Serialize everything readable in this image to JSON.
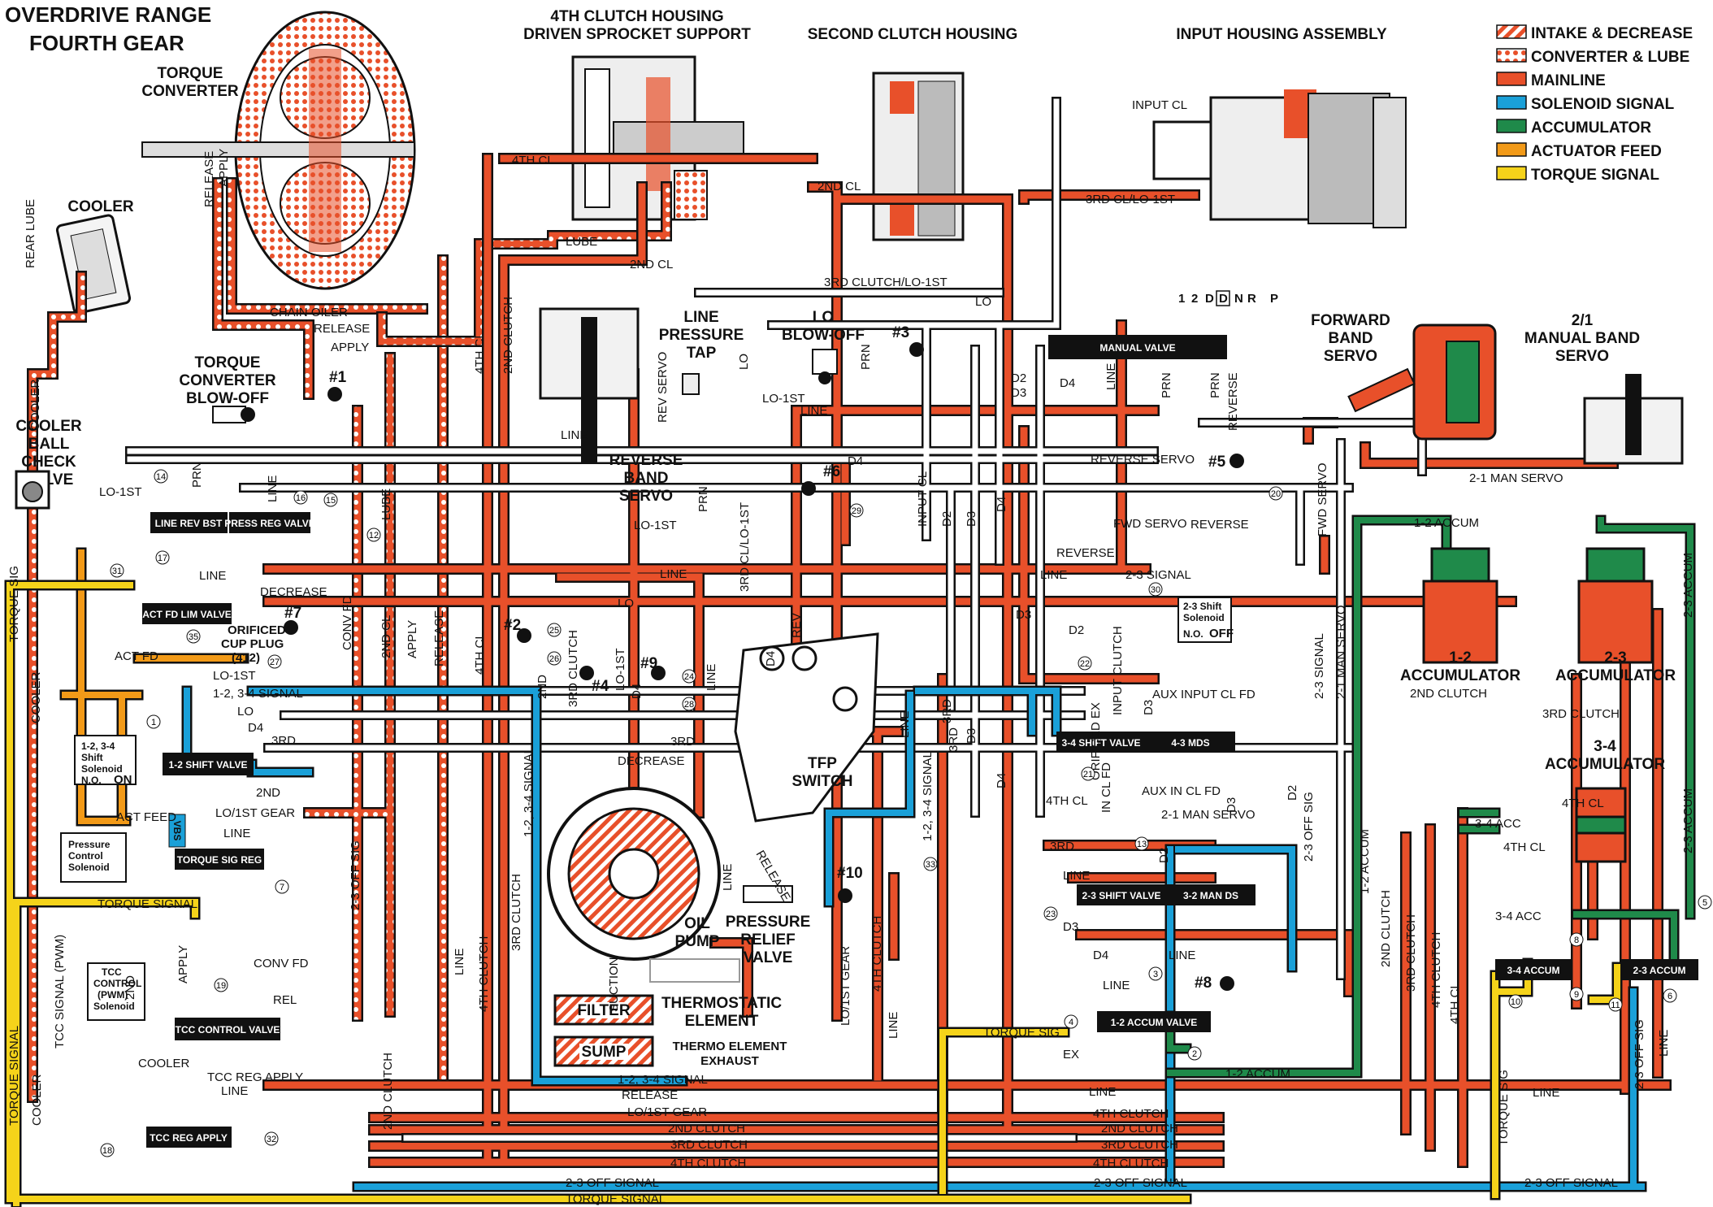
{
  "title": {
    "line1": "OVERDRIVE RANGE",
    "line2": "FOURTH GEAR"
  },
  "legend": [
    {
      "label": "INTAKE & DECREASE",
      "pattern": "hatch",
      "color": "#e8502a"
    },
    {
      "label": "CONVERTER & LUBE",
      "pattern": "dots",
      "color": "#e8502a"
    },
    {
      "label": "MAINLINE",
      "pattern": "solid",
      "color": "#e8502a"
    },
    {
      "label": "SOLENOID SIGNAL",
      "pattern": "solid",
      "color": "#1aa0d8"
    },
    {
      "label": "ACCUMULATOR",
      "pattern": "solid",
      "color": "#1f8a4a"
    },
    {
      "label": "ACTUATOR FEED",
      "pattern": "solid",
      "color": "#f29a18"
    },
    {
      "label": "TORQUE SIGNAL",
      "pattern": "solid",
      "color": "#f5d31a"
    }
  ],
  "components": {
    "torque_converter": "TORQUE CONVERTER",
    "fourth_clutch_housing": "4TH CLUTCH HOUSING",
    "driven_sprocket_support": "DRIVEN SPROCKET SUPPORT",
    "second_clutch_housing": "SECOND CLUTCH HOUSING",
    "input_housing_assembly": "INPUT HOUSING ASSEMBLY",
    "cooler": "COOLER",
    "cooler_ball_check": [
      "COOLER",
      "BALL",
      "CHECK",
      "VALVE"
    ],
    "tc_blowoff": [
      "TORQUE",
      "CONVERTER",
      "BLOW-OFF"
    ],
    "line_pressure_tap": [
      "LINE",
      "PRESSURE",
      "TAP"
    ],
    "lo_blowoff": [
      "LO",
      "BLOW-OFF"
    ],
    "reverse_band_servo": [
      "REVERSE",
      "BAND",
      "SERVO"
    ],
    "forward_band_servo": [
      "FORWARD",
      "BAND",
      "SERVO"
    ],
    "manual_band_servo": [
      "2/1",
      "MANUAL BAND",
      "SERVO"
    ],
    "accum_12": [
      "1-2",
      "ACCUMULATOR"
    ],
    "accum_23": [
      "2-3",
      "ACCUMULATOR"
    ],
    "accum_34": [
      "3-4",
      "ACCUMULATOR"
    ],
    "oil_pump": [
      "OIL",
      "PUMP"
    ],
    "pressure_relief": [
      "PRESSURE",
      "RELIEF",
      "VALVE"
    ],
    "tfp_switch": [
      "TFP",
      "SWITCH"
    ],
    "filter": "FILTER",
    "sump": "SUMP",
    "thermostatic": [
      "THERMOSTATIC",
      "ELEMENT"
    ],
    "thermo_exhaust": [
      "THERMO ELEMENT",
      "EXHAUST"
    ],
    "orificed_cup_plug": [
      "ORIFICED",
      "CUP PLUG",
      "(412)"
    ],
    "solenoid_12_34": [
      "1-2, 3-4",
      "Shift",
      "Solenoid"
    ],
    "solenoid_12_34_state": "N.O.",
    "solenoid_12_34_status": "ON",
    "solenoid_23": [
      "2-3 Shift",
      "Solenoid"
    ],
    "solenoid_23_state": "N.O.",
    "solenoid_23_status": "OFF",
    "pc_solenoid": [
      "Pressure",
      "Control",
      "Solenoid"
    ],
    "tcc_solenoid": [
      "TCC",
      "CONTROL",
      "(PWM)",
      "Solenoid"
    ],
    "vbs": "VBS"
  },
  "valves": {
    "manual": "MANUAL VALVE",
    "line_rev_bst": "LINE REV BST",
    "press_reg": "PRESS REG VALVE",
    "act_fd_lim": "ACT FD LIM VALVE",
    "shift_12": "1-2 SHIFT VALVE",
    "torque_sig_reg": "TORQUE SIG REG",
    "tcc_control": "TCC CONTROL VALVE",
    "tcc_reg_apply": "TCC REG APPLY",
    "shift_34": "3-4 SHIFT VALVE",
    "mds_43": "4-3 MDS",
    "shift_23": "2-3 SHIFT VALVE",
    "man_ds_32": "3-2 MAN DS",
    "accum_valve_12": "1-2 ACCUM VALVE",
    "accum_34": "3-4 ACCUM",
    "accum_23": "2-3 ACCUM"
  },
  "check_balls": [
    "#1",
    "#2",
    "#3",
    "#4",
    "#5",
    "#6",
    "#7",
    "#8",
    "#9",
    "#10"
  ],
  "orifices": [
    "1",
    "2",
    "3",
    "4",
    "5",
    "6",
    "7",
    "8",
    "9",
    "10",
    "11",
    "12",
    "13",
    "14",
    "15",
    "16",
    "17",
    "18",
    "19",
    "20",
    "21",
    "22",
    "23",
    "24",
    "25",
    "26",
    "27",
    "28",
    "29",
    "30",
    "31",
    "32",
    "33",
    "35"
  ],
  "gear_selector": {
    "positions": [
      "1",
      "2",
      "D",
      "D",
      "N",
      "R",
      "P"
    ],
    "selected": "D"
  },
  "passages": {
    "rear_lube": "REAR LUBE",
    "release": "RELEASE",
    "apply": "APPLY",
    "chain_oiler": "CHAIN OILER",
    "fourth_cl": "4TH CL",
    "lube": "LUBE",
    "second_cl": "2ND CL",
    "third_cl_lo1st": "3RD CL/LO-1ST",
    "input_cl": "INPUT CL",
    "third_clutch_lo1st": "3RD CLUTCH/LO-1ST",
    "lo": "LO",
    "line": "LINE",
    "lo_1st": "LO-1ST",
    "prn": "PRN",
    "rev_servo": "REV SERVO",
    "fourth_clutch": "4TH CLUTCH",
    "second_clutch": "2ND CLUTCH",
    "third_clutch": "3RD CLUTCH",
    "third_cl_lo_1st": "3RD CL/LO-1ST",
    "d2": "D2",
    "d3": "D3",
    "d4": "D4",
    "reverse_servo": "REVERSE SERVO",
    "reverse": "REVERSE",
    "fwd_servo": "FWD SERVO",
    "man_servo_21": "2-1 MAN SERVO",
    "decrease": "DECREASE",
    "act_fd": "ACT FD",
    "act_feed": "ACT FEED",
    "torque_sig": "TORQUE SIG",
    "torque_signal": "TORQUE SIGNAL",
    "signal_12_34": "1-2, 3-4 SIGNAL",
    "signal_23": "2-3 SIGNAL",
    "off_sig_23": "2-3 OFF SIG",
    "off_signal_23": "2-3 OFF SIGNAL",
    "conv_fd": "CONV FD",
    "rel": "REL",
    "cooler": "COOLER",
    "tcc_reg_apply": "TCC REG APPLY",
    "tcc_signal_pwm": "TCC SIGNAL (PWM)",
    "lo_1st_gear": "LO/1ST GEAR",
    "lo1st_gear": "LO/1ST GEAR",
    "second": "2ND",
    "third": "3RD",
    "accum_12": "1-2 ACCUM",
    "accum_23": "2-3 ACCUM",
    "acc_34": "3-4 ACC",
    "fourth_cl_label": "4TH CL",
    "third_clutch_label": "3RD CLUTCH",
    "second_clutch_label": "2ND CLUTCH",
    "aux_input_cl_fd": "AUX INPUT CL FD",
    "aux_in_cl_fd": "AUX IN CL FD",
    "in_cl_fd": "IN CL FD",
    "input_clutch": "INPUT CLUTCH",
    "orificed_ex": "ORIFICED EX",
    "man_servo_21b": "2-1 MAN SERVO",
    "suction": "SUCTION",
    "release_pump": "RELEASE",
    "ex": "EX",
    "rev": "REV"
  },
  "colors": {
    "mainline": "#e8502a",
    "solenoid": "#1aa0d8",
    "accumulator": "#1f8a4a",
    "actuator": "#f29a18",
    "torque": "#f5d31a",
    "black": "#111111"
  }
}
